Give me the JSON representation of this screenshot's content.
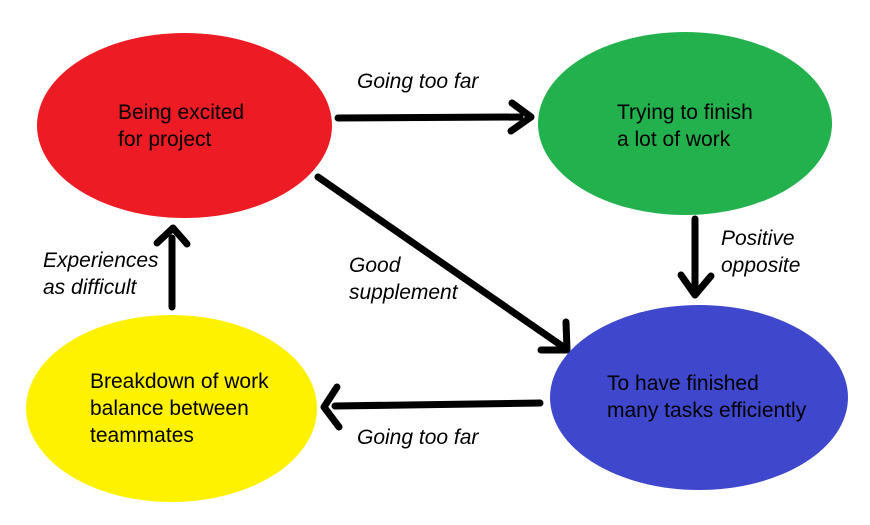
{
  "diagram": {
    "background_color": "#ffffff",
    "text_color": "#000000",
    "arrow_color": "#000000",
    "nodes": {
      "excited": {
        "shape": "ellipse",
        "color": "#ED1C24",
        "lines": [
          "Being excited",
          "for project"
        ]
      },
      "trying": {
        "shape": "ellipse",
        "color": "#22B14C",
        "lines": [
          "Trying to finish",
          "a lot of work"
        ]
      },
      "finished": {
        "shape": "ellipse",
        "color": "#3F48CC",
        "lines": [
          "To have finished",
          "many tasks efficiently"
        ]
      },
      "breakdown": {
        "shape": "ellipse",
        "color": "#FFF200",
        "lines": [
          "Breakdown of work",
          "balance between",
          "teammates"
        ]
      }
    },
    "edges": {
      "top": {
        "from": "excited",
        "to": "trying",
        "lines": [
          "Going too far"
        ]
      },
      "right": {
        "from": "trying",
        "to": "finished",
        "lines": [
          "Positive",
          "opposite"
        ]
      },
      "diagonal": {
        "from": "excited",
        "to": "finished",
        "lines": [
          "Good",
          "supplement"
        ]
      },
      "bottom": {
        "from": "finished",
        "to": "breakdown",
        "lines": [
          "Going too far"
        ]
      },
      "left": {
        "from": "breakdown",
        "to": "excited",
        "lines": [
          "Experiences",
          "as difficult"
        ]
      }
    }
  }
}
